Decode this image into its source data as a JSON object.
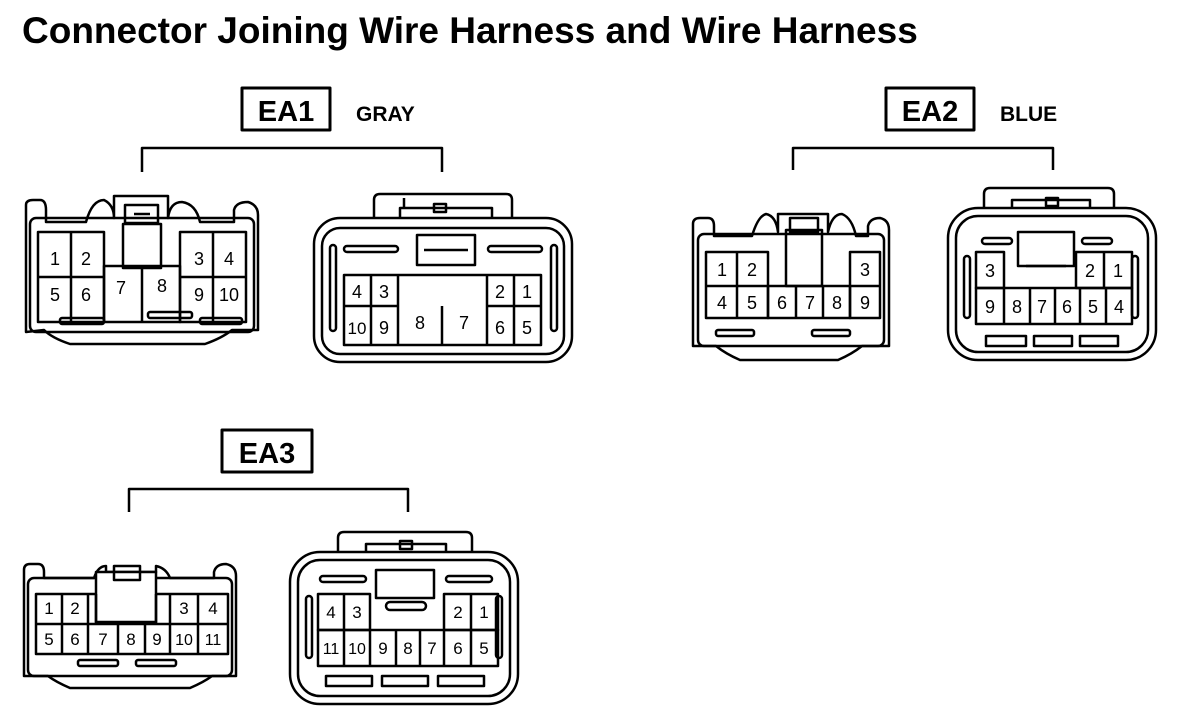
{
  "title": "Connector Joining Wire Harness and Wire Harness",
  "connectors": [
    {
      "code": "EA1",
      "color": "GRAY",
      "male": {
        "top": [
          "1",
          "2",
          "3",
          "4"
        ],
        "bottom": [
          "5",
          "6",
          "7",
          "8",
          "9",
          "10"
        ]
      },
      "female": {
        "top": [
          "4",
          "3",
          "2",
          "1"
        ],
        "bottom": [
          "10",
          "9",
          "8",
          "7",
          "6",
          "5"
        ]
      }
    },
    {
      "code": "EA2",
      "color": "BLUE",
      "male": {
        "top": [
          "1",
          "2",
          "3"
        ],
        "bottom": [
          "4",
          "5",
          "6",
          "7",
          "8",
          "9"
        ]
      },
      "female": {
        "top": [
          "3",
          "2",
          "1"
        ],
        "bottom": [
          "9",
          "8",
          "7",
          "6",
          "5",
          "4"
        ]
      }
    },
    {
      "code": "EA3",
      "color": "",
      "male": {
        "top": [
          "1",
          "2",
          "3",
          "4"
        ],
        "bottom": [
          "5",
          "6",
          "7",
          "8",
          "9",
          "10",
          "11"
        ]
      },
      "female": {
        "top": [
          "4",
          "3",
          "2",
          "1"
        ],
        "bottom": [
          "11",
          "10",
          "9",
          "8",
          "7",
          "6",
          "5"
        ]
      }
    }
  ]
}
